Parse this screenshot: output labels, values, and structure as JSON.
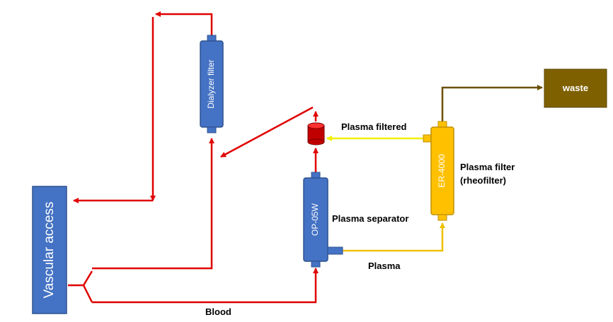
{
  "colors": {
    "blood": "#e00000",
    "plasma": "#f0c000",
    "filtered": "#f0f000",
    "waste": "#6b5000",
    "component_blue": "#4472c4",
    "filter_yellow": "#ffc000"
  },
  "components": {
    "vascular_access": "Vascular access",
    "dialyzer": "Dialyzer filter",
    "separator": "OP-05W",
    "rheofilter": "ER-4000",
    "waste": "waste"
  },
  "labels": {
    "plasma_filtered": "Plasma filtered",
    "plasma_filter_line1": "Plasma filter",
    "plasma_filter_line2": "(rheofilter)",
    "plasma_separator": "Plasma separator",
    "plasma": "Plasma",
    "blood": "Blood"
  }
}
